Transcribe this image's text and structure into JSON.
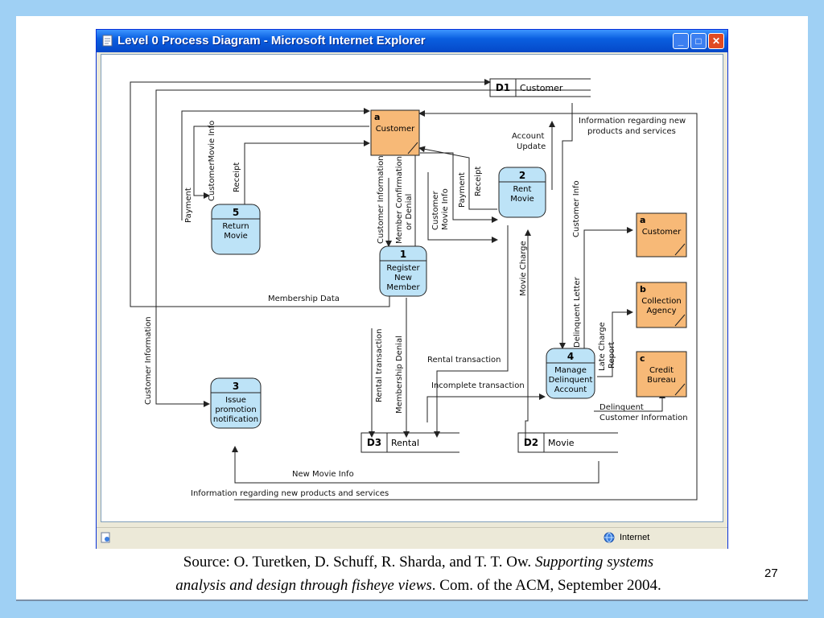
{
  "window": {
    "title": "Level 0 Process Diagram - Microsoft Internet Explorer",
    "minimize": "_",
    "maximize": "□",
    "close": "✕",
    "status_zone": "Internet",
    "icons": [
      "ie-page-icon",
      "minimize-icon",
      "maximize-icon",
      "close-icon",
      "page-status-icon",
      "internet-zone-icon"
    ]
  },
  "diagram": {
    "processes": [
      {
        "id": "p1",
        "number": "1",
        "lines": [
          "Register",
          "New",
          "Member"
        ]
      },
      {
        "id": "p2",
        "number": "2",
        "lines": [
          "Rent",
          "Movie"
        ]
      },
      {
        "id": "p3",
        "number": "3",
        "lines": [
          "Issue",
          "promotion",
          "notification"
        ]
      },
      {
        "id": "p4",
        "number": "4",
        "lines": [
          "Manage",
          "Delinquent",
          "Account"
        ]
      },
      {
        "id": "p5",
        "number": "5",
        "lines": [
          "Return",
          "Movie"
        ]
      }
    ],
    "entities": [
      {
        "id": "ea-top",
        "letter": "a",
        "lines": [
          "Customer"
        ]
      },
      {
        "id": "ea-right",
        "letter": "a",
        "lines": [
          "Customer"
        ]
      },
      {
        "id": "eb",
        "letter": "b",
        "lines": [
          "Collection",
          "Agency"
        ]
      },
      {
        "id": "ec",
        "letter": "c",
        "lines": [
          "Credit",
          "Bureau"
        ]
      }
    ],
    "stores": [
      {
        "id": "d1",
        "code": "D1",
        "name": "Customer"
      },
      {
        "id": "d2",
        "code": "D2",
        "name": "Movie"
      },
      {
        "id": "d3",
        "code": "D3",
        "name": "Rental"
      }
    ],
    "flow_labels": {
      "info_new_products_top": [
        "Information regarding new",
        "products and services"
      ],
      "account_update": [
        "Account",
        "Update"
      ],
      "customer_movie_info_left": "CustomerMovie Info",
      "payment_left": "Payment",
      "receipt_left": "Receipt",
      "customer_information_mid": "Customer Information",
      "member_confirmation": [
        "Member Confirmation",
        "or Denial"
      ],
      "customer_movie_info_mid": [
        "Customer",
        "Movie Info"
      ],
      "payment_mid": "Payment",
      "receipt_mid": "Receipt",
      "customer_info_right": "Customer Info",
      "delinquent_letter": "Delinquent Letter",
      "late_charge_report": [
        "Late Charge",
        "Report"
      ],
      "membership_data": "Membership Data",
      "movie_charge": "Movie Charge",
      "rental_transaction_vertical": "Rental transaction",
      "membership_denial": "Membership Denial",
      "rental_transaction_horizontal": "Rental transaction",
      "incomplete_transaction": "Incomplete transaction",
      "delinquent_customer_information": [
        "Delinquent",
        "Customer Information"
      ],
      "customer_information_left": "Customer Information",
      "new_movie_info": "New Movie Info",
      "info_new_products_bottom": "Information regarding new products and services"
    },
    "colors": {
      "process_fill": "#bde3f7",
      "entity_fill": "#f7b977",
      "line": "#222222"
    }
  },
  "caption": {
    "line1_plain": "Source: O. Turetken, D. Schuff, R. Sharda, and T. T. Ow. ",
    "line1_italic": "Supporting systems",
    "line2_italic": "analysis and design through fisheye views",
    "line2_plain": ". Com. of the ACM, September 2004."
  },
  "slide_number": "27"
}
